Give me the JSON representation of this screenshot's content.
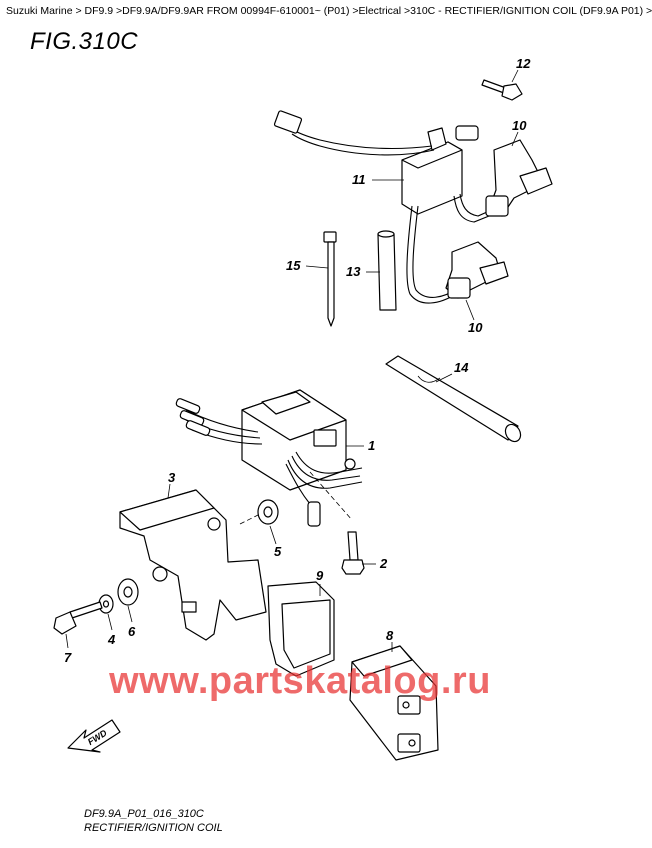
{
  "breadcrumb": "Suzuki Marine > DF9.9 >DF9.9A/DF9.9AR FROM 00994F-610001~ (P01) >Electrical >310C - RECTIFIER/IGNITION COIL (DF9.9A P01) >",
  "figure_title": "FIG.310C",
  "callouts": [
    "1",
    "2",
    "3",
    "4",
    "5",
    "6",
    "7",
    "8",
    "9",
    "10",
    "10",
    "11",
    "12",
    "13",
    "14",
    "15"
  ],
  "watermark": "www.partskatalog.ru",
  "fwd_label": "FWD",
  "diagram_code": "DF9.9A_P01_016_310C",
  "caption": "RECTIFIER/IGNITION COIL"
}
